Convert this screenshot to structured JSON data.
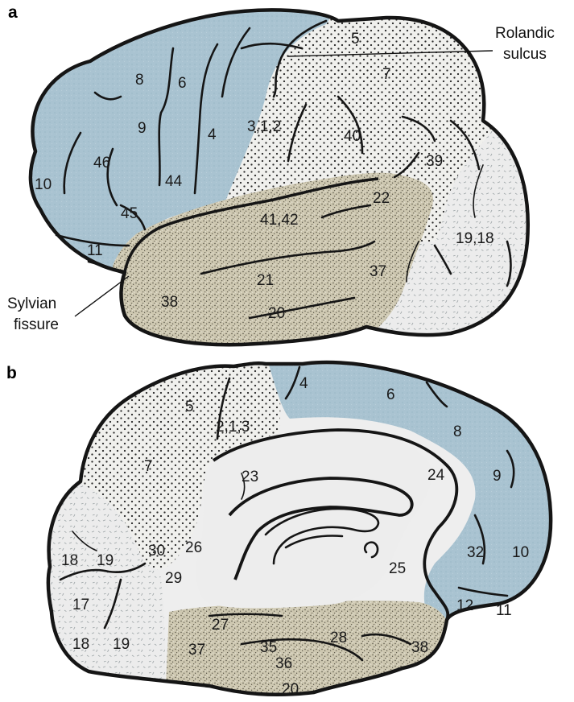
{
  "panels": {
    "a": {
      "label": "a",
      "areas": [
        "5",
        "7",
        "3,1,2",
        "40",
        "39",
        "8",
        "6",
        "4",
        "9",
        "46",
        "44",
        "10",
        "45",
        "22",
        "41,42",
        "19,18",
        "11",
        "21",
        "37",
        "38",
        "20"
      ],
      "callouts": {
        "rolandic_line1": "Rolandic",
        "rolandic_line2": "sulcus",
        "sylvian_line1": "Sylvian",
        "sylvian_line2": "fissure"
      }
    },
    "b": {
      "label": "b",
      "areas": [
        "4",
        "6",
        "5",
        "2,1,3",
        "8",
        "7",
        "23",
        "24",
        "9",
        "30",
        "26",
        "32",
        "10",
        "18",
        "19",
        "29",
        "25",
        "17",
        "12",
        "11",
        "27",
        "28",
        "38",
        "18",
        "19",
        "37",
        "35",
        "36",
        "20"
      ]
    }
  },
  "colors": {
    "frontal_blue": "#a9c3d1",
    "parietal_dots": "#efefec",
    "temporal_grain": "#cfc9b2",
    "occipital_light": "#eceeee",
    "medial_white": "#eeeeee",
    "outline": "#151515"
  }
}
